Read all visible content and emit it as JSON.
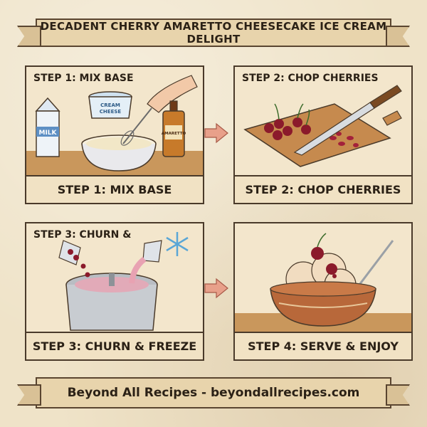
{
  "title": "DECADENT CHERRY AMARETTO CHEESECAKE ICE CREAM DELIGHT",
  "footer": "Beyond All Recipes - beyondallrecipes.com",
  "steps": [
    {
      "heading": "STEP 1: MIX BASE",
      "caption": "STEP 1: MIX BASE",
      "labels": {
        "milk": "MILK",
        "cream_cheese_line1": "CREAM",
        "cream_cheese_line2": "CHEESE",
        "amaretto": "AMARETTO"
      }
    },
    {
      "heading": "STEP 2: CHOP CHERRIES",
      "caption": "STEP 2: CHOP CHERRIES"
    },
    {
      "heading": "STEP 3: CHURN &",
      "caption": "STEP 3: CHURN & FREEZE"
    },
    {
      "heading": "",
      "caption": "STEP 4: SERVE & ENJOY"
    }
  ],
  "colors": {
    "paper": "#efe3c8",
    "ink": "#4a3a2a",
    "cherry": "#8b1a2b",
    "arrow": "#e8a08a",
    "wood": "#b07a45",
    "snowflake": "#5aa6d6"
  },
  "icons": [
    "snowflake-icon",
    "arrow-right-icon"
  ]
}
